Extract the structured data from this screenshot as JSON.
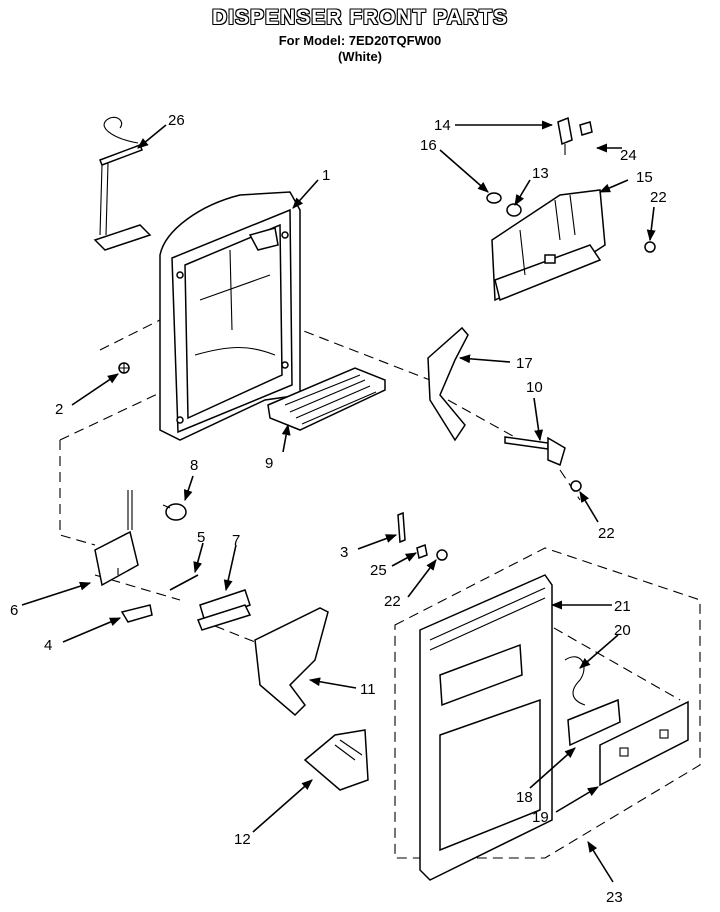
{
  "header": {
    "title": "DISPENSER FRONT PARTS",
    "model": "For Model: 7ED20TQFW00",
    "color": "(White)"
  },
  "labels": [
    "1",
    "2",
    "3",
    "4",
    "5",
    "6",
    "7",
    "8",
    "9",
    "10",
    "11",
    "12",
    "13",
    "14",
    "15",
    "16",
    "17",
    "18",
    "19",
    "20",
    "21",
    "22",
    "22",
    "22",
    "23",
    "24",
    "25",
    "26"
  ]
}
